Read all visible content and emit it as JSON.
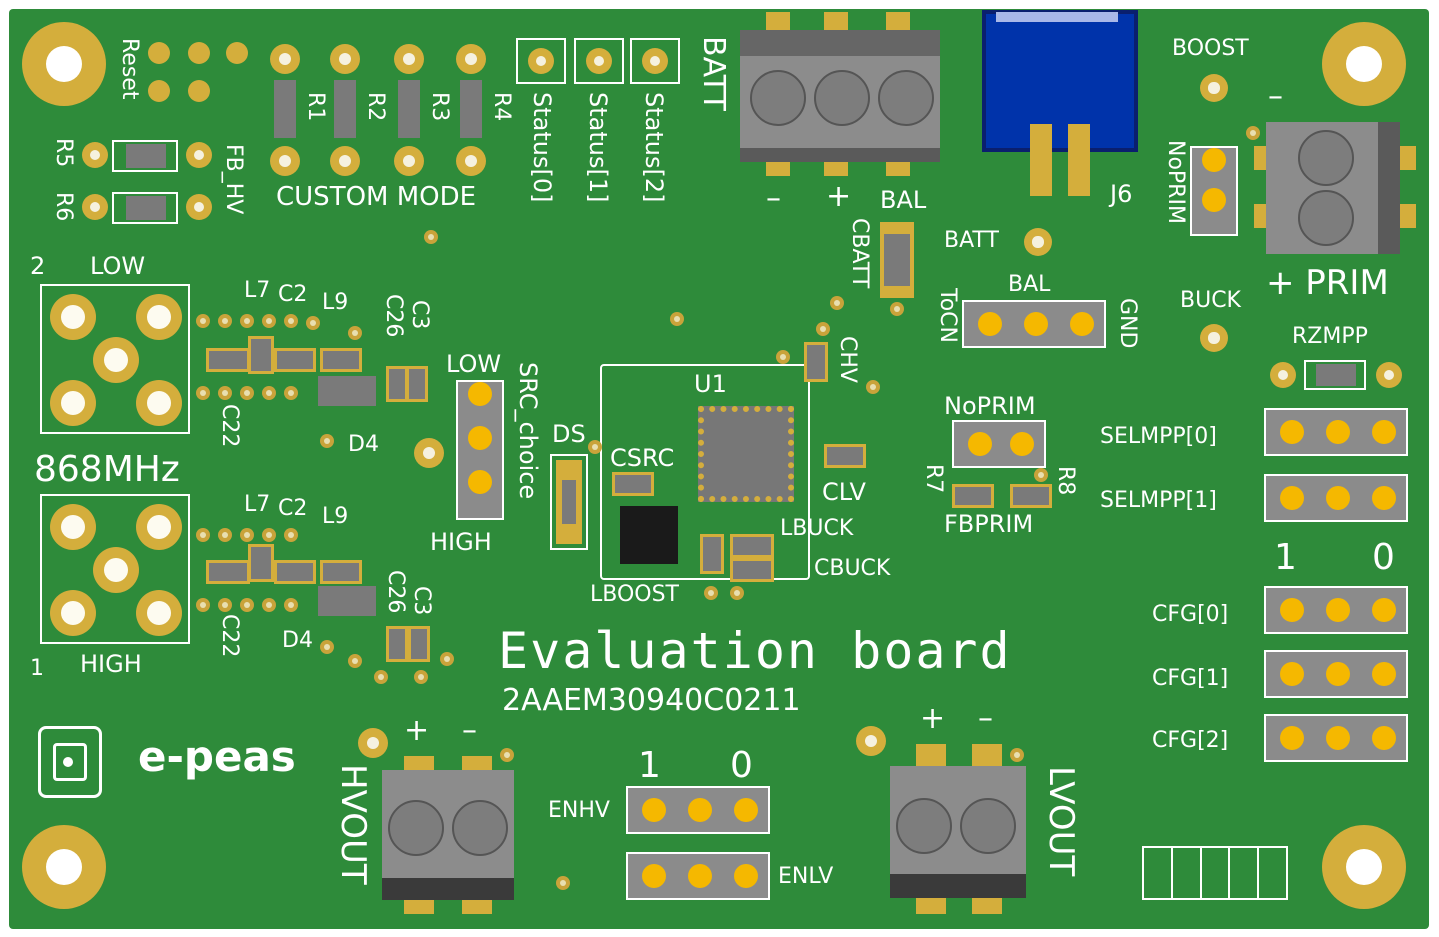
{
  "board": {
    "title": "Evaluation board",
    "part_number": "2AAEM30940C0211",
    "brand": "e-peas",
    "colors": {
      "pcb": "#2e8b3a",
      "silk": "#ffffff",
      "gold": "#d4ae3c",
      "pin": "#f5b800",
      "body": "#8b8b8b",
      "blue": "#0033aa"
    }
  },
  "labels": {
    "reset": "Reset",
    "r1": "R1",
    "r2": "R2",
    "r3": "R3",
    "r4": "R4",
    "r5": "R5",
    "r6": "R6",
    "fb_hv": "FB_HV",
    "custom_mode": "CUSTOM MODE",
    "status0": "Status[0]",
    "status1": "Status[1]",
    "status2": "Status[2]",
    "batt_title": "BATT",
    "batt_minus": "–",
    "batt_plus": "+",
    "bal": "BAL",
    "cbatt": "CBATT",
    "batt_pad": "BATT",
    "toCN": "ToCN",
    "gnd": "GND",
    "bal2": "BAL",
    "j6": "J6",
    "boost": "BOOST",
    "noprim_v": "NoPRIM",
    "buck": "BUCK",
    "prim_minus": "–",
    "prim": "+ PRIM",
    "rzmpp": "RZMPP",
    "selmpp0": "SELMPP[0]",
    "selmpp1": "SELMPP[1]",
    "one_right": "1",
    "zero_right": "0",
    "cfg0": "CFG[0]",
    "cfg1": "CFG[1]",
    "cfg2": "CFG[2]",
    "two": "2",
    "low_top": "LOW",
    "l7a": "L7",
    "c2a": "C2",
    "l9a": "L9",
    "c26a": "C26",
    "c3a": "C3",
    "c22a": "C22",
    "d4a": "D4",
    "freq": "868MHz",
    "l7b": "L7",
    "c2b": "C2",
    "l9b": "L9",
    "c26b": "C26",
    "c3b": "C3",
    "c22b": "C22",
    "d4b": "D4",
    "one_bottom": "1",
    "high_bottom": "HIGH",
    "src_low": "LOW",
    "src_choice": "SRC_choice",
    "src_high": "HIGH",
    "ds": "DS",
    "csrc": "CSRC",
    "u1": "U1",
    "chv": "CHV",
    "clv": "CLV",
    "lbuck": "LBUCK",
    "cbuck": "CBUCK",
    "lboost": "LBOOST",
    "noprim_h": "NoPRIM",
    "r7": "R7",
    "r8": "R8",
    "fbprim": "FBPRIM",
    "hvout_plus": "+",
    "hvout_minus": "–",
    "hvout": "HVOUT",
    "en_one": "1",
    "en_zero": "0",
    "enhv": "ENHV",
    "enlv": "ENLV",
    "lvout_plus": "+",
    "lvout_minus": "–",
    "lvout": "LVOUT"
  }
}
